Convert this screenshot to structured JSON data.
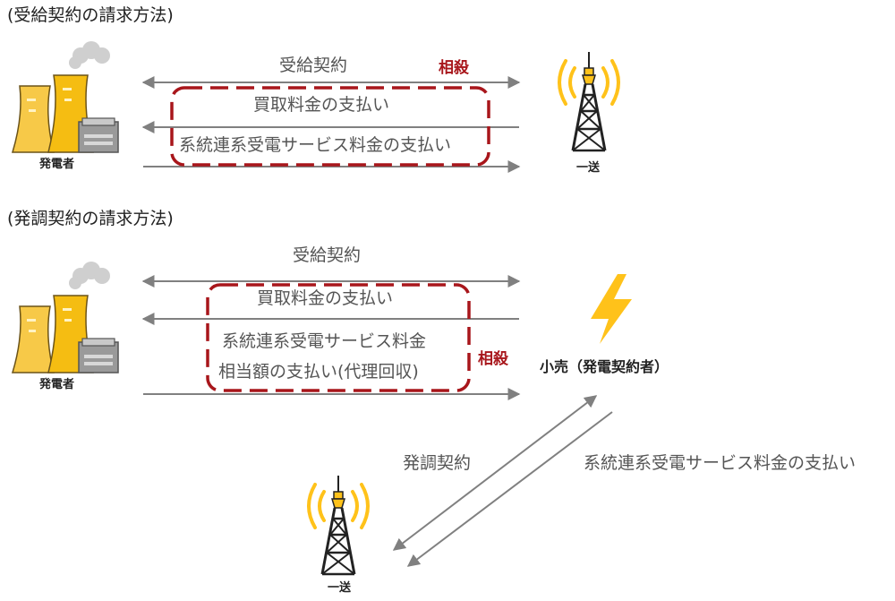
{
  "section1": {
    "title": "(受給契約の請求方法)",
    "left_actor": "発電者",
    "right_actor": "一送",
    "arrow_labels": [
      "受給契約",
      "買取料金の支払い",
      "系統連系受電サービス料金の支払い"
    ],
    "offset_label": "相殺"
  },
  "section2": {
    "title": "(発調契約の請求方法)",
    "left_actor": "発電者",
    "right_actor": "小売（発電契約者）",
    "bottom_actor": "一送",
    "arrow_labels": [
      "受給契約",
      "買取料金の支払い",
      "系統連系受電サービス料金",
      "相当額の支払い(代理回収)"
    ],
    "offset_label": "相殺",
    "diag_left_label": "発調契約",
    "diag_right_label": "系統連系受電サービス料金の支払い"
  },
  "colors": {
    "offset_red": "#a8161b",
    "arrow_gray": "#808080",
    "plant_yellow": "#f5bd12",
    "bolt_yellow": "#ffc21a"
  }
}
